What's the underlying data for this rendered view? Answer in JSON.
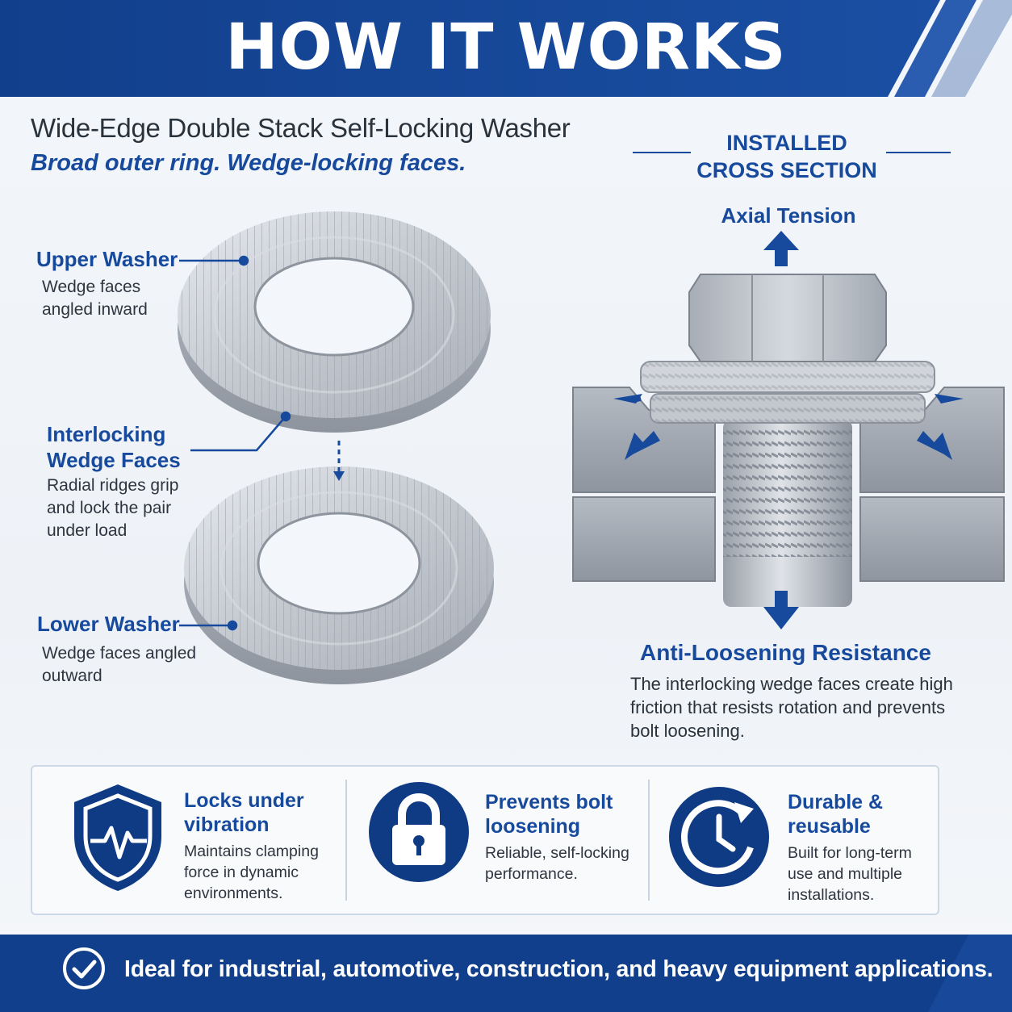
{
  "header": {
    "title": "HOW IT WORKS"
  },
  "product": {
    "title": "Wide-Edge Double Stack Self-Locking Washer",
    "subtitle": "Broad outer ring. Wedge-locking faces."
  },
  "labels": {
    "upper": {
      "title": "Upper Washer",
      "desc": "Wedge faces angled inward"
    },
    "interlocking": {
      "title": "Interlocking Wedge Faces",
      "desc": "Radial ridges grip and lock the pair under load"
    },
    "lower": {
      "title": "Lower Washer",
      "desc": "Wedge faces angled outward"
    }
  },
  "cross_section": {
    "heading": "INSTALLED CROSS SECTION",
    "axial_label": "Axial Tension",
    "anti_title": "Anti-Loosening Resistance",
    "anti_desc": "The interlocking wedge faces create high friction that resists rotation and prevents bolt loosening."
  },
  "features": [
    {
      "icon": "shield-heartbeat-icon",
      "title": "Locks under vibration",
      "desc": "Maintains clamping force in dynamic environments."
    },
    {
      "icon": "padlock-icon",
      "title": "Prevents bolt loosening",
      "desc": "Reliable, self-locking performance."
    },
    {
      "icon": "clock-refresh-icon",
      "title": "Durable & reusable",
      "desc": "Built for long-term use and multiple installations."
    }
  ],
  "footer": {
    "icon": "check-circle-icon",
    "text": "Ideal for industrial, automotive, construction, and heavy equipment applications."
  },
  "colors": {
    "brand_blue": "#174a9c",
    "dark_blue": "#0f3a84",
    "steel": "#c9ced5",
    "text_dark": "#2a323c"
  }
}
